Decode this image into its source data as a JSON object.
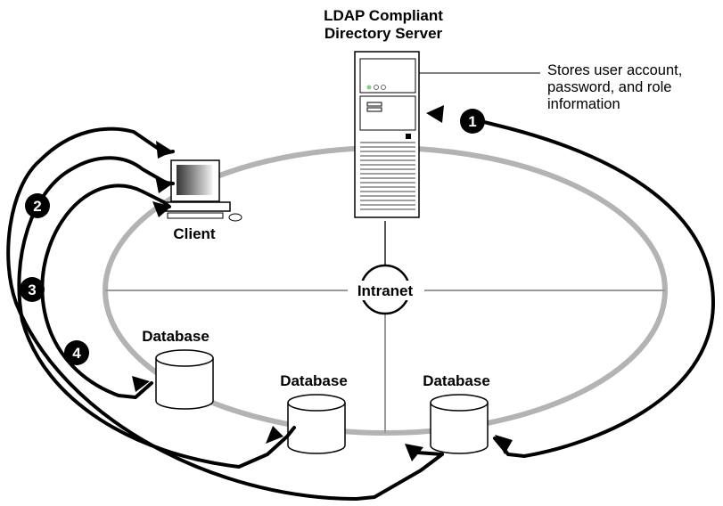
{
  "server": {
    "title_line1": "LDAP Compliant",
    "title_line2": "Directory Server",
    "note_line1": "Stores user account,",
    "note_line2": "password, and role",
    "note_line3": "information"
  },
  "network": {
    "label": "Intranet"
  },
  "client": {
    "label": "Client"
  },
  "databases": [
    {
      "label": "Database"
    },
    {
      "label": "Database"
    },
    {
      "label": "Database"
    }
  ],
  "steps": [
    "1",
    "2",
    "3",
    "4"
  ],
  "colors": {
    "ring": "#b3b3b3",
    "spoke": "#999999",
    "ink": "#000000"
  }
}
